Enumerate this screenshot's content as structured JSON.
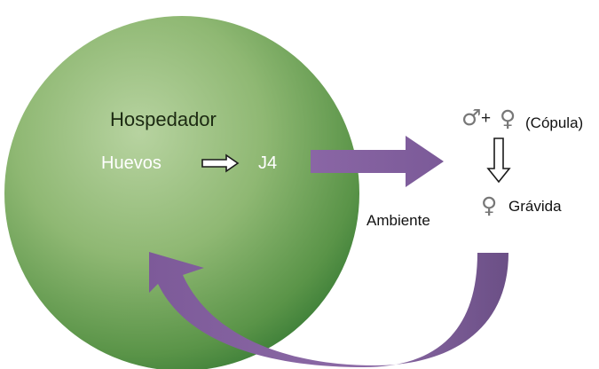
{
  "diagram": {
    "host": {
      "title": "Hospedador",
      "eggs_label": "Huevos",
      "j4_label": "J4"
    },
    "environment_label": "Ambiente",
    "mating": {
      "male_symbol": "♂",
      "plus": "+",
      "female_symbol": "♀",
      "label": "(Cópula)"
    },
    "gravid": {
      "female_symbol": "♀",
      "label": "Grávida"
    },
    "colors": {
      "host_circle_light": "#a3c48a",
      "host_circle_dark": "#2e7430",
      "arrow_purple": "#8c6aa6",
      "arrow_purple_dark": "#5f447a"
    }
  }
}
